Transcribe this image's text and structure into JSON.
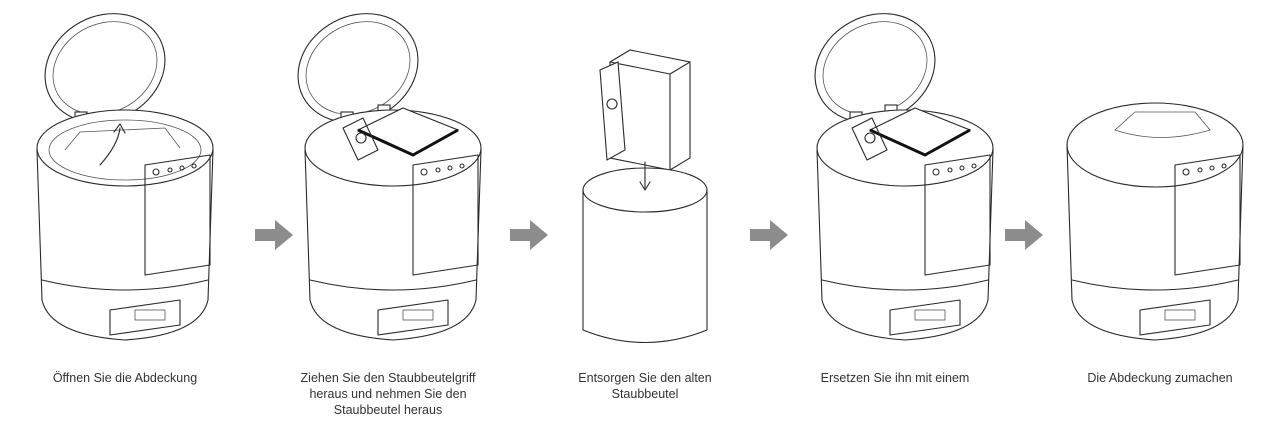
{
  "steps": [
    {
      "caption": "Öffnen Sie die Abdeckung"
    },
    {
      "caption": "Ziehen Sie den Staubbeutelgriff\nheraus und nehmen Sie den\nStaubbeutel heraus"
    },
    {
      "caption": "Entsorgen Sie den alten\nStaubbeutel"
    },
    {
      "caption": "Ersetzen Sie ihn mit einem"
    },
    {
      "caption": "Die Abdeckung zumachen"
    }
  ],
  "colors": {
    "arrow": "#8c8c8c",
    "line": "#2a2a2a",
    "text": "#333333"
  },
  "icons": [
    "arrow-right-icon"
  ]
}
